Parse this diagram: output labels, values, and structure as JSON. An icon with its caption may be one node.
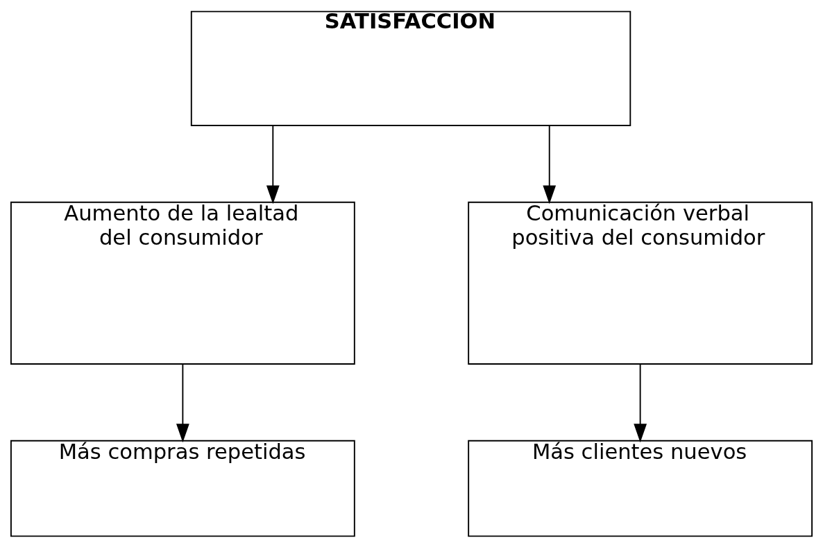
{
  "diagram": {
    "nodes": [
      {
        "text": [
          "SATISFACCION"
        ]
      },
      {
        "text": [
          "Aumento de la lealtad del consumidor"
        ]
      },
      {
        "text": [
          "Comunicación verbal positiva del consumidor"
        ]
      },
      {
        "text": [
          "Más compras repetidas"
        ]
      },
      {
        "text": [
          "Más clientes nuevos"
        ]
      }
    ],
    "edges": [
      {
        "from": 0,
        "to": 1,
        "arrow": "to"
      },
      {
        "from": 0,
        "to": 2,
        "arrow": "to"
      },
      {
        "from": 1,
        "to": 3,
        "arrow": "to"
      },
      {
        "from": 2,
        "to": 4,
        "arrow": "to"
      }
    ]
  }
}
